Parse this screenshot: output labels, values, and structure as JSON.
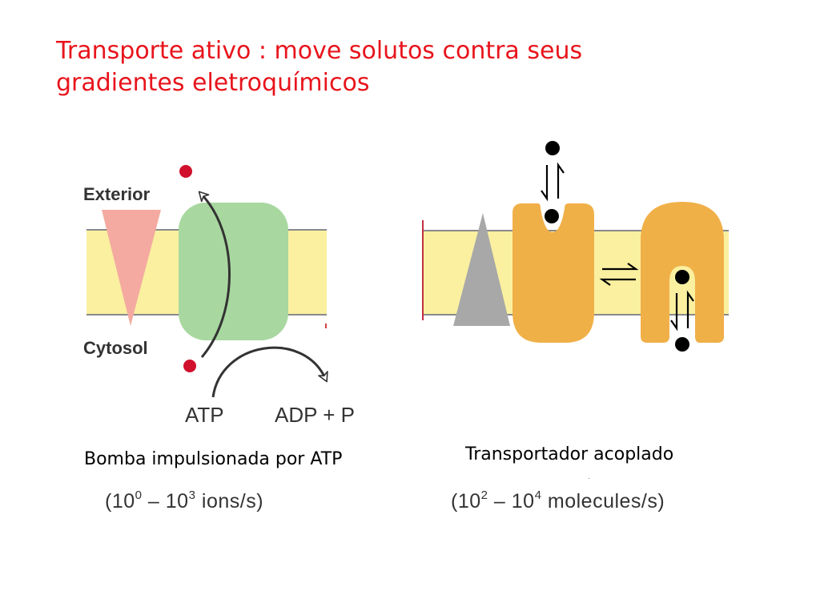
{
  "title": {
    "line1": "Transporte ativo : move solutos contra seus",
    "line2": "gradientes eletroquímicos"
  },
  "pump_panel": {
    "exterior_label": "Exterior",
    "cytosol_label": "Cytosol",
    "atp_label": "ATP",
    "adp_label": "ADP + P",
    "caption": "Bomba impulsionada por ATP",
    "rate": {
      "open": "(10",
      "exp1": "0",
      "mid": " – 10",
      "exp2": "3",
      "close": " ions/s)"
    }
  },
  "coupled_panel": {
    "caption": "Transportador acoplado",
    "rate": {
      "open": "(10",
      "exp1": "2",
      "mid": " – 10",
      "exp2": "4",
      "close": " molecules/s)"
    }
  },
  "colors": {
    "title": "#e8141c",
    "membrane": "#faf0a0",
    "membrane_border": "#8a8a8a",
    "pump_protein": "#a8d8a0",
    "gradient_pink": "#f4aaa0",
    "gradient_gray": "#a8a8a8",
    "transporter": "#f0b048",
    "ion_red": "#d0102c",
    "solute_black": "#000000"
  }
}
